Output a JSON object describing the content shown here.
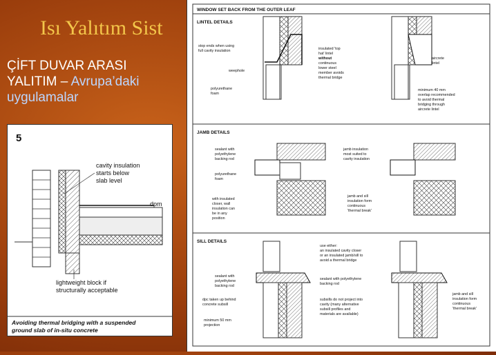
{
  "slide": {
    "title": "Isı Yalıtım Sist",
    "subtitle_line1": "ÇİFT DUVAR ARASI",
    "subtitle_line2_prefix": "YALITIM – ",
    "subtitle_line2_accent": "Avrupa’daki",
    "subtitle_line3_accent": "uygulamalar"
  },
  "left_figure": {
    "number": "5",
    "label_cavity": [
      "cavity insulation",
      "starts below",
      "slab level"
    ],
    "label_dpm": "dpm",
    "label_block": [
      "lightweight block if",
      "structurally acceptable"
    ],
    "caption": [
      "Avoiding thermal bridging with a suspended",
      "ground slab of in-situ concrete"
    ]
  },
  "right_figure": {
    "title": "WINDOW SET BACK FROM THE OUTER LEAF",
    "lintel": {
      "heading": "LINTEL DETAILS",
      "stop_ends": [
        "stop ends when using",
        "full cavity insulation"
      ],
      "weephole": "weephole",
      "foam": [
        "polyurethane",
        "foam"
      ],
      "insulated": [
        "insulated 'top",
        "hat' lintel",
        "without",
        "continuous",
        "lower steel",
        "member avoids",
        "thermal bridge"
      ],
      "aircrete": [
        "aircrete",
        "lintel"
      ],
      "overlap": [
        "minimum 40 mm",
        "overlap recommended",
        "to avoid thermal",
        "bridging through",
        "aircrete lintel"
      ]
    },
    "jamb": {
      "heading": "JAMB DETAILS",
      "sealant": [
        "sealant with",
        "polyethylene",
        "backing rod"
      ],
      "foam": [
        "polyurethane",
        "foam"
      ],
      "closer": [
        "with insulated",
        "closer, wall",
        "insulation can",
        "be in any",
        "position"
      ],
      "jamb_insulation": [
        "jamb insulation",
        "most suited to",
        "cavity insulation"
      ],
      "jamb_sill": [
        "jamb and sill",
        "insulation form",
        "continuous",
        "'thermal break'"
      ]
    },
    "sill": {
      "heading": "SILL DETAILS",
      "use_either": [
        "use either:",
        "an insulated cavity closer",
        "or an insulated jamb/sill to",
        "avoid a thermal bridge"
      ],
      "sealant_left": [
        "sealant with",
        "polyethylene",
        "backing rod"
      ],
      "sealant_right": [
        "sealant with polyethylene",
        "backing rod"
      ],
      "dpc": [
        "dpc taken up behind",
        "concrete subsill"
      ],
      "subsills": [
        "subsills do not project into",
        "cavity (many alternative",
        "subsill profiles and",
        "materials are available)"
      ],
      "projection": [
        "minimum 50 mm",
        "projection"
      ],
      "jamb_sill": [
        "jamb and sill",
        "insulation form",
        "continuous",
        "'thermal break'"
      ]
    }
  }
}
